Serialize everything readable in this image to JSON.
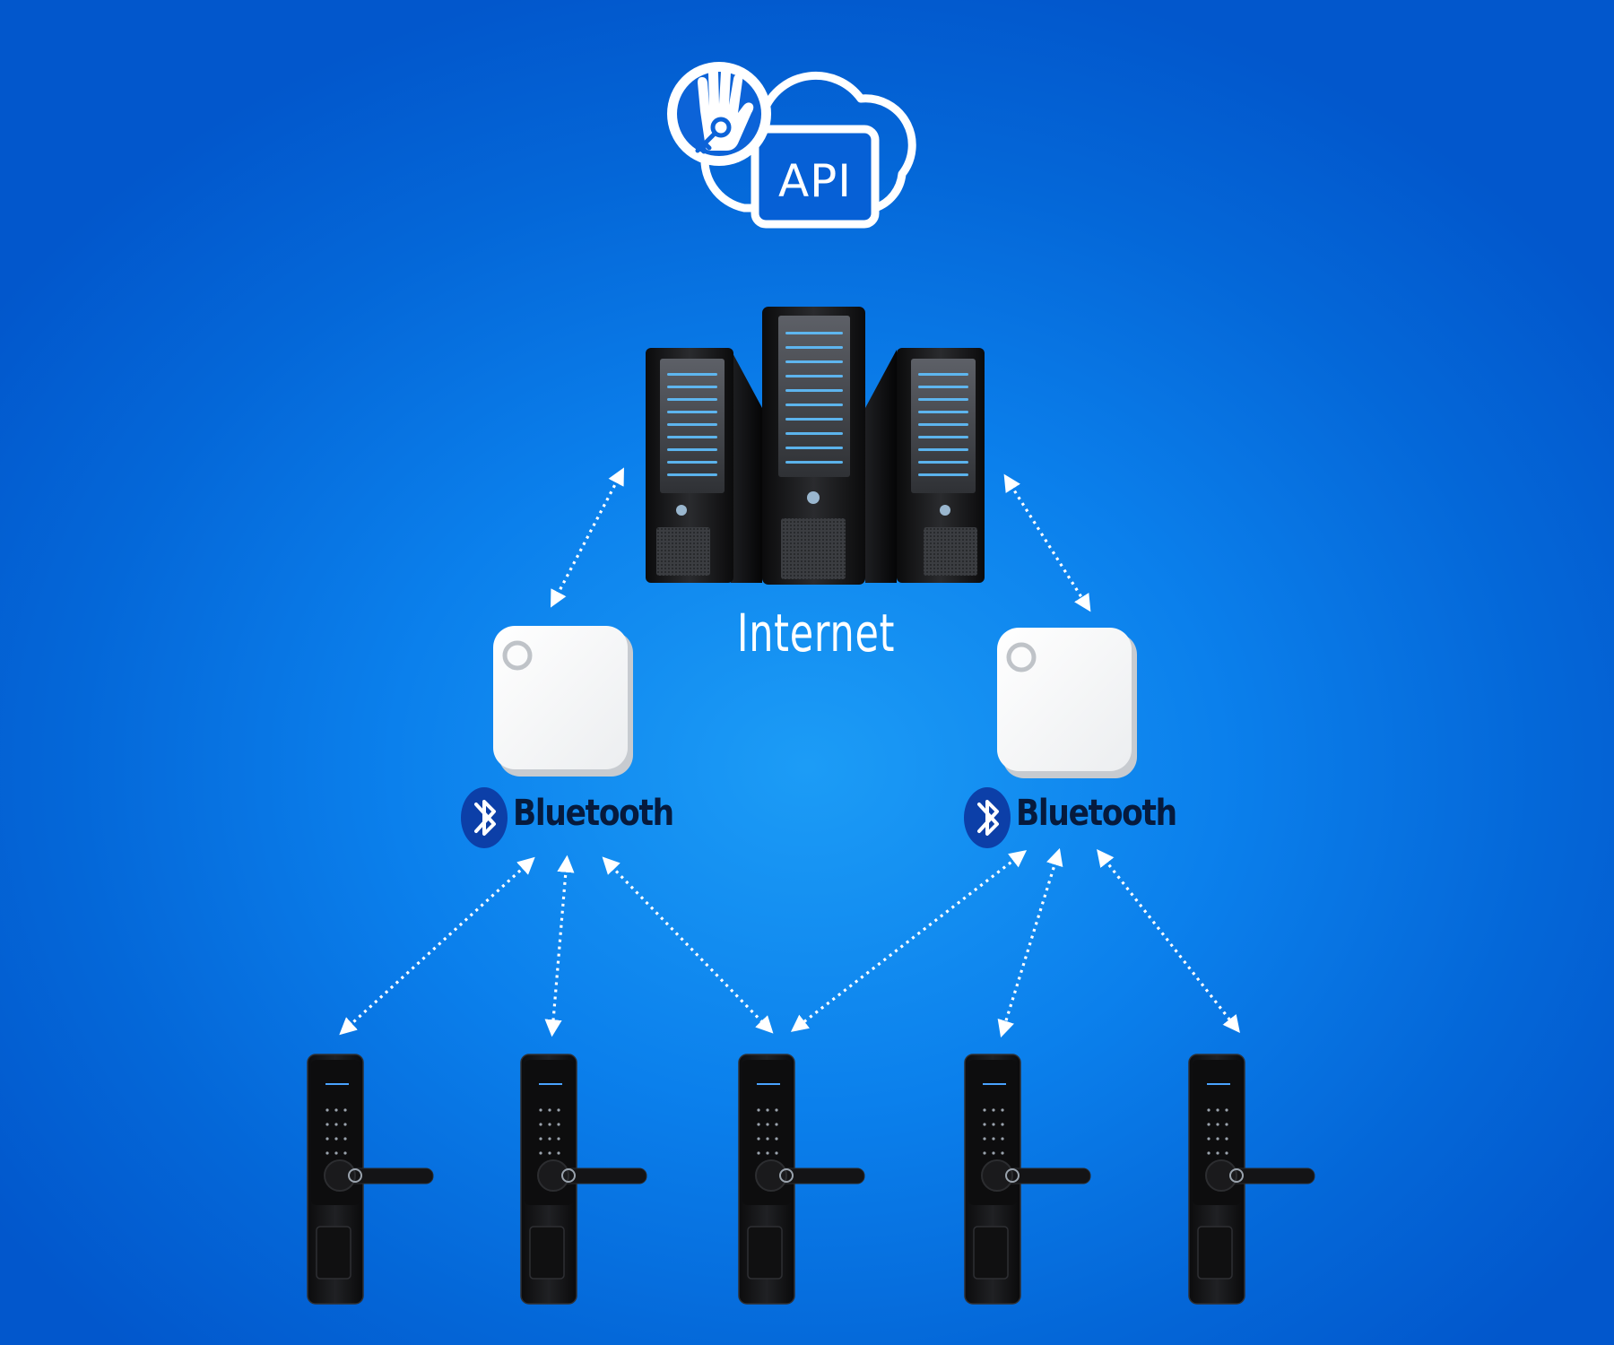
{
  "diagram": {
    "api_label": "API",
    "internet_label": "Internet",
    "bluetooth_label": "Bluetooth",
    "gateway_count": 2,
    "lock_count": 5
  },
  "colors": {
    "background": "#0a7ee9",
    "connector": "#ffffff",
    "bluetooth_badge": "#0c3fa8",
    "label_dark": "#061a3d"
  },
  "icons": [
    "hand-key-icon",
    "cloud-api-icon",
    "server-rack-icon",
    "gateway-hub-icon",
    "bluetooth-icon",
    "smart-lock-icon"
  ]
}
